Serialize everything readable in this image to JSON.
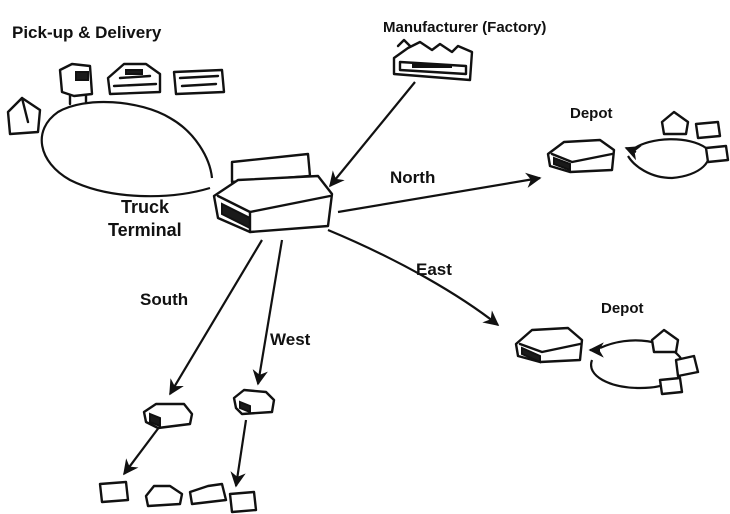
{
  "diagram": {
    "labels": {
      "pickup_delivery": "Pick-up & Delivery",
      "manufacturer": "Manufacturer (Factory)",
      "depot_north": "Depot",
      "depot_east": "Depot",
      "truck_terminal_line1": "Truck",
      "truck_terminal_line2": "Terminal",
      "north": "North",
      "east": "East",
      "south": "South",
      "west": "West"
    },
    "colors": {
      "ink": "#111111",
      "background": "#ffffff"
    },
    "icons": [
      "warehouse-icon",
      "factory-icon",
      "house-icon",
      "shop-icon",
      "truck-icon"
    ]
  }
}
